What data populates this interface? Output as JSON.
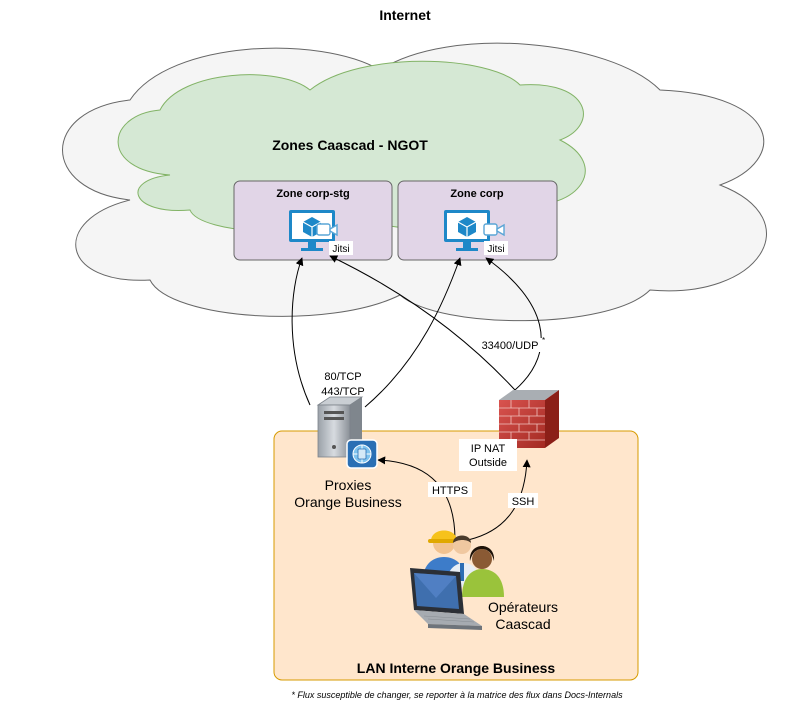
{
  "title": "Internet",
  "cloud": {
    "label": "Zones Caascad - NGOT"
  },
  "zones": [
    {
      "label": "Zone corp-stg",
      "service": "Jitsi"
    },
    {
      "label": "Zone corp",
      "service": "Jitsi"
    }
  ],
  "lan": {
    "label": "LAN Interne Orange Business"
  },
  "proxies": {
    "line1": "Proxies",
    "line2": "Orange Business"
  },
  "ports": {
    "line1": "80/TCP",
    "line2": "443/TCP"
  },
  "udp": {
    "label": "33400/UDP",
    "mark": "*"
  },
  "nat": {
    "line1": "IP NAT",
    "line2": "Outside"
  },
  "https_label": "HTTPS",
  "ssh_label": "SSH",
  "operators": {
    "line1": "Opérateurs",
    "line2": "Caascad"
  },
  "footnote": "* Flux susceptible de changer, se reporter à la matrice des flux dans Docs-Internals",
  "icons": {
    "vm": "virtual-machine-monitor-icon",
    "camera": "video-camera-icon",
    "server": "proxy-server-icon",
    "firewall": "firewall-icon",
    "users": "operators-group-icon",
    "laptop": "laptop-icon"
  },
  "colors": {
    "cloud_outer_fill": "#f5f5f5",
    "cloud_inner_fill": "#d5e8d4",
    "cloud_inner_stroke": "#82b366",
    "zone_fill": "#e1d5e7",
    "lan_fill": "#ffe6cc",
    "lan_stroke": "#d79b00",
    "vm_blue": "#1e88c8",
    "firewall_red": "#c0392b"
  }
}
